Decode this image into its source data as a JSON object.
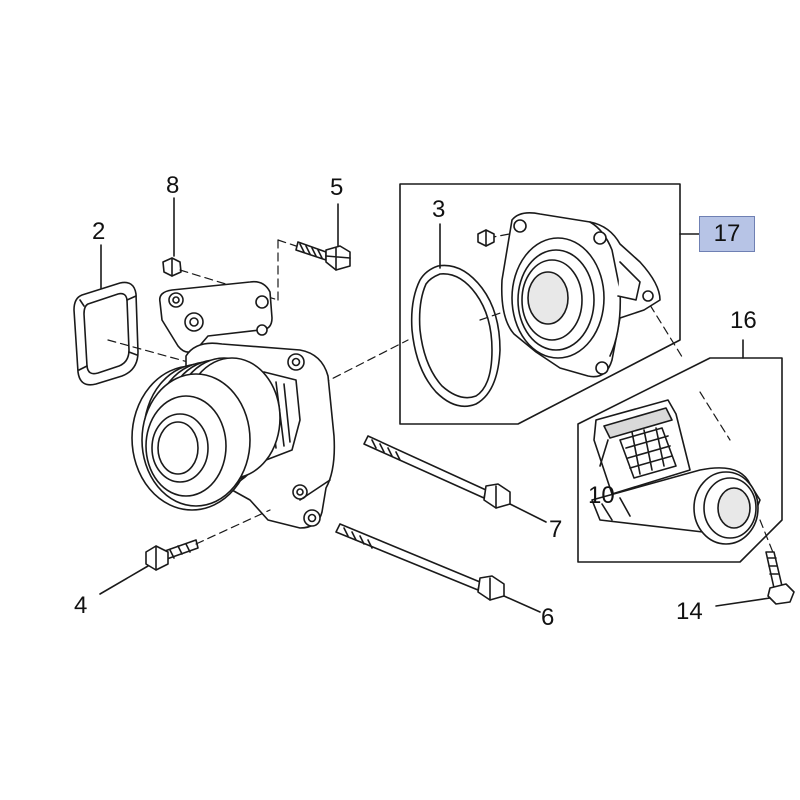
{
  "diagram": {
    "callouts": {
      "c2": "2",
      "c3": "3",
      "c4": "4",
      "c5": "5",
      "c6": "6",
      "c7": "7",
      "c8": "8",
      "c10": "10",
      "c14": "14",
      "c16": "16",
      "c17": "17"
    },
    "colors": {
      "line": "#1a1a1a",
      "part_fill": "#ffffff",
      "shade": "#d9d9d9",
      "highlight_fill": "#b7c4e6",
      "highlight_border": "#6f80b3"
    }
  }
}
